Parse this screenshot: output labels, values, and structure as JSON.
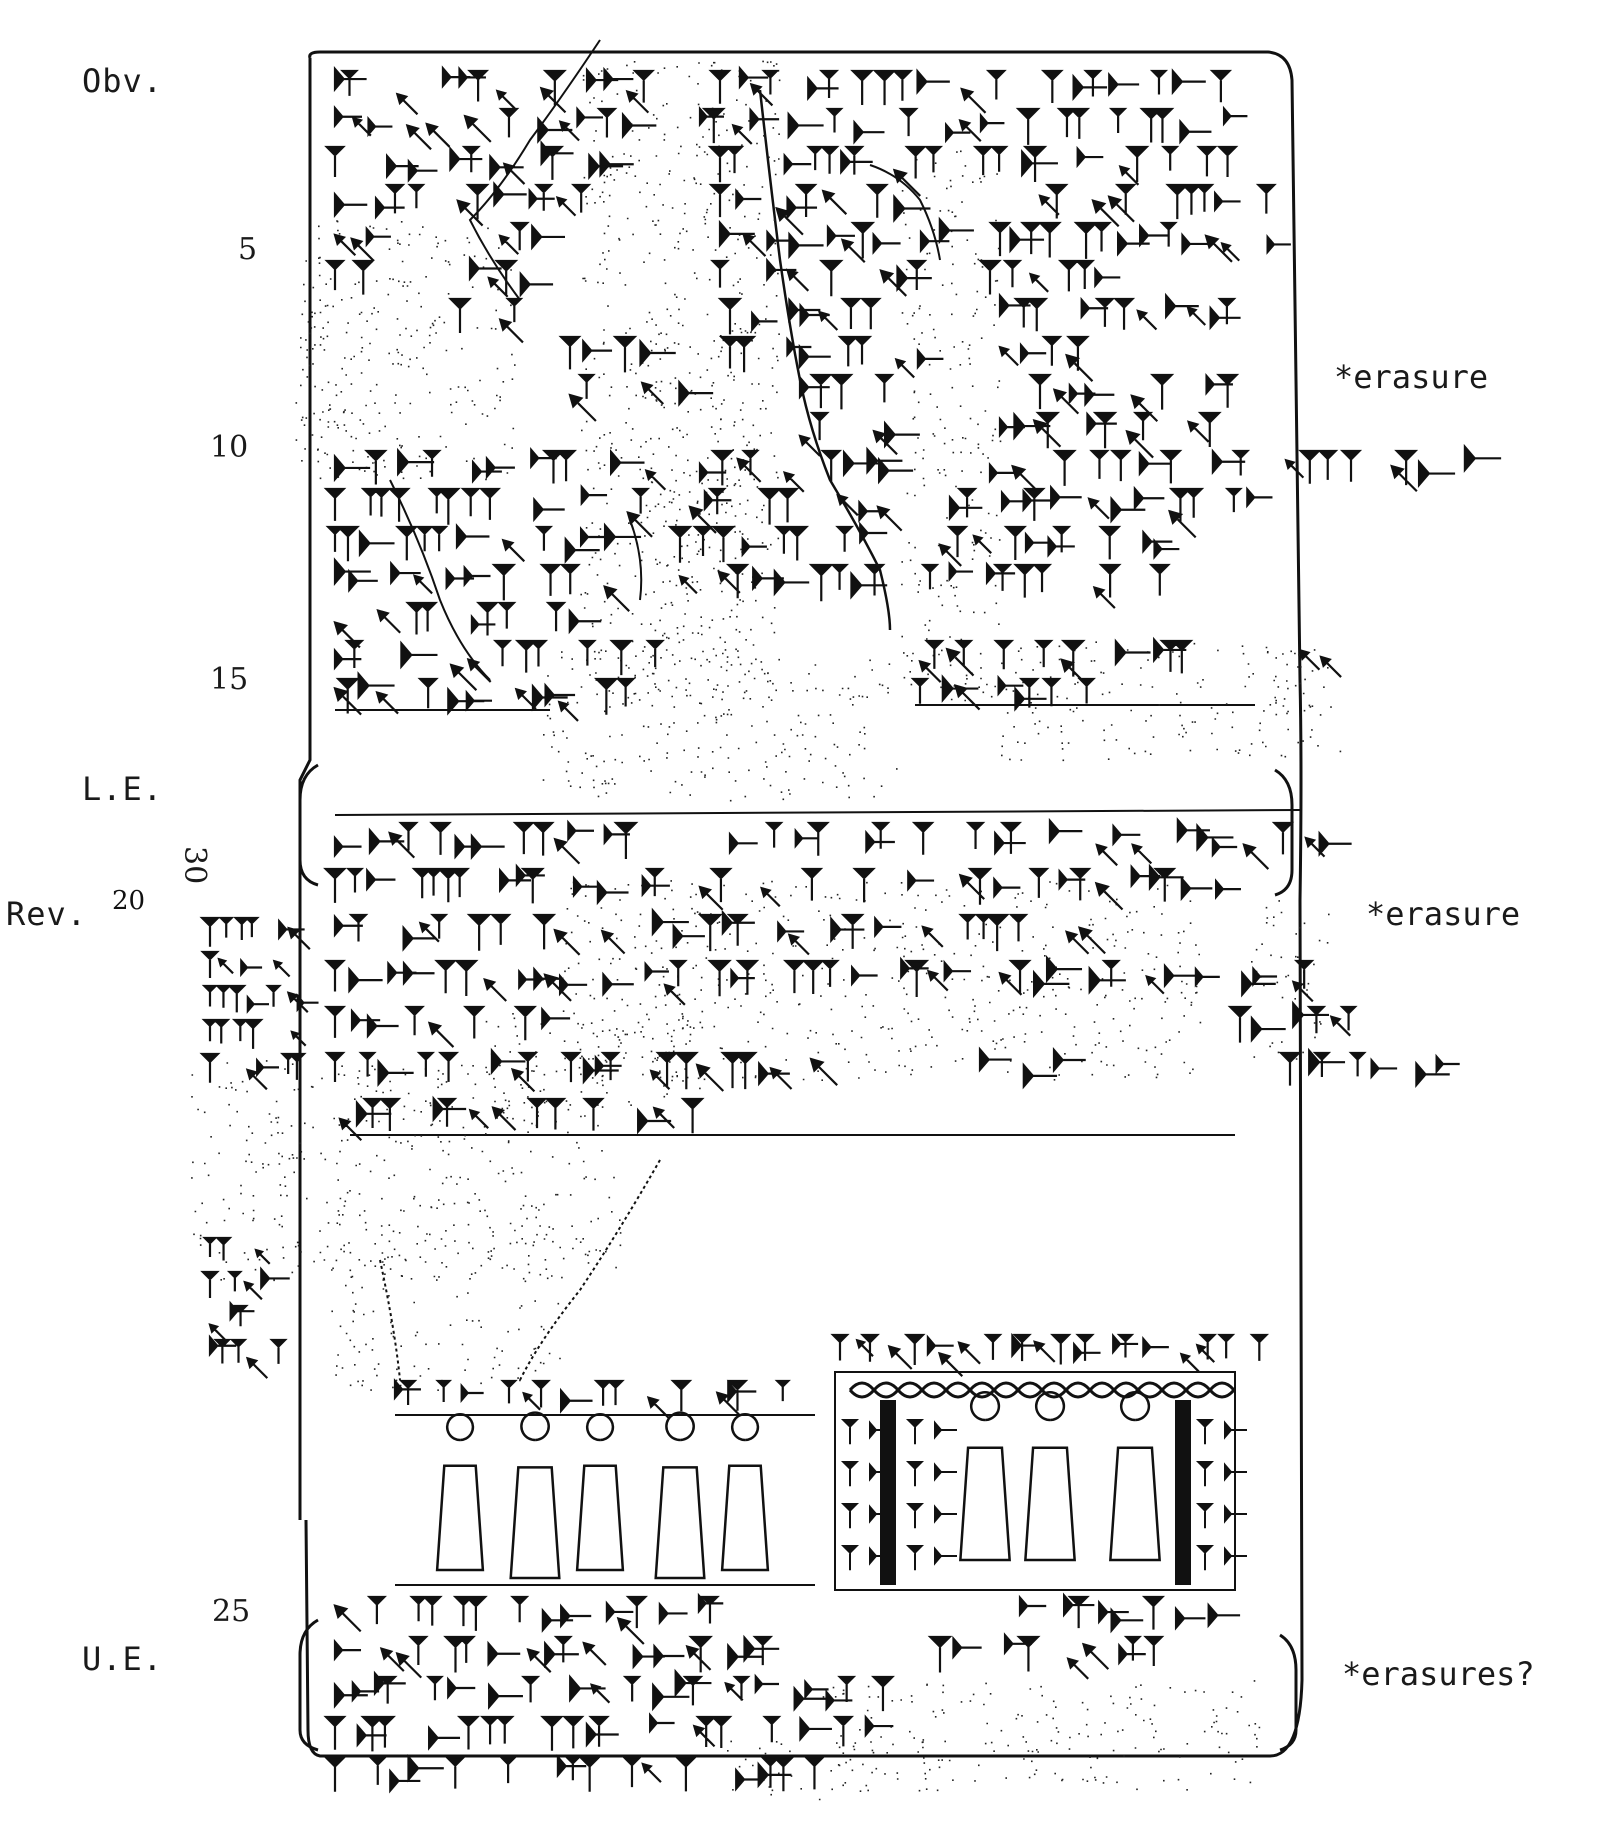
{
  "sections": {
    "obverse": "Obv.",
    "left_edge": "L.E.",
    "reverse": "Rev.",
    "upper_edge": "U.E."
  },
  "line_numbers": {
    "n5": "5",
    "n10": "10",
    "n15": "15",
    "n20": "20",
    "n25": "25",
    "n30": "30"
  },
  "notes": {
    "erasure_1": "*erasure",
    "erasure_2": "*erasure",
    "erasures_q": "*erasures?"
  },
  "colors": {
    "ink": "#111111",
    "paper": "#ffffff"
  }
}
